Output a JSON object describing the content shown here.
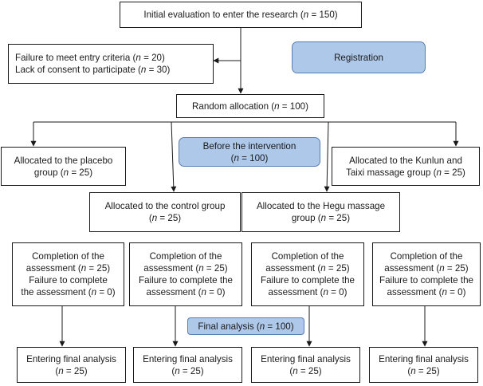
{
  "flowchart": {
    "initial": [
      "Initial evaluation to enter the research (",
      "n",
      " = 150)"
    ],
    "exclusion_1": [
      "Failure to meet entry criteria (",
      "n",
      " = 20)"
    ],
    "exclusion_2": [
      "Lack of consent to participate (",
      "n",
      " = 30)"
    ],
    "registration": "Registration",
    "random": [
      "Random allocation (",
      "n",
      " = 100)"
    ],
    "before_1": "Before the intervention",
    "before_2": [
      "(",
      "n",
      " = 100)"
    ],
    "groups": [
      {
        "line1": "Allocated to the placebo",
        "line2": [
          "group (",
          "n",
          " = 25)"
        ]
      },
      {
        "line1": "Allocated to the control group",
        "line2": [
          "(",
          "n",
          " = 25)"
        ]
      },
      {
        "line1": "Allocated to the Hegu massage",
        "line2": [
          "group (",
          "n",
          " = 25)"
        ]
      },
      {
        "line1": "Allocated to the Kunlun and",
        "line2": [
          "Taixi massage group (",
          "n",
          " = 25)"
        ]
      }
    ],
    "assessment": {
      "line1": "Completion of the",
      "line2": [
        "assessment (",
        "n",
        " = 25)"
      ],
      "line3": "Failure to complete",
      "line4": [
        "the assessment (",
        "n",
        " = 0)"
      ]
    },
    "assessment_alt": {
      "line1": "Completion of the",
      "line2": [
        "assessment (",
        "n",
        " = 25)"
      ],
      "line3": "Failure to complete the",
      "line4": [
        "assessment (",
        "n",
        " = 0)"
      ]
    },
    "final_analysis": [
      "Final analysis (",
      "n",
      " = 100)"
    ],
    "entering": {
      "line1": "Entering final analysis",
      "line2": [
        "(",
        "n",
        " = 25)"
      ]
    }
  }
}
